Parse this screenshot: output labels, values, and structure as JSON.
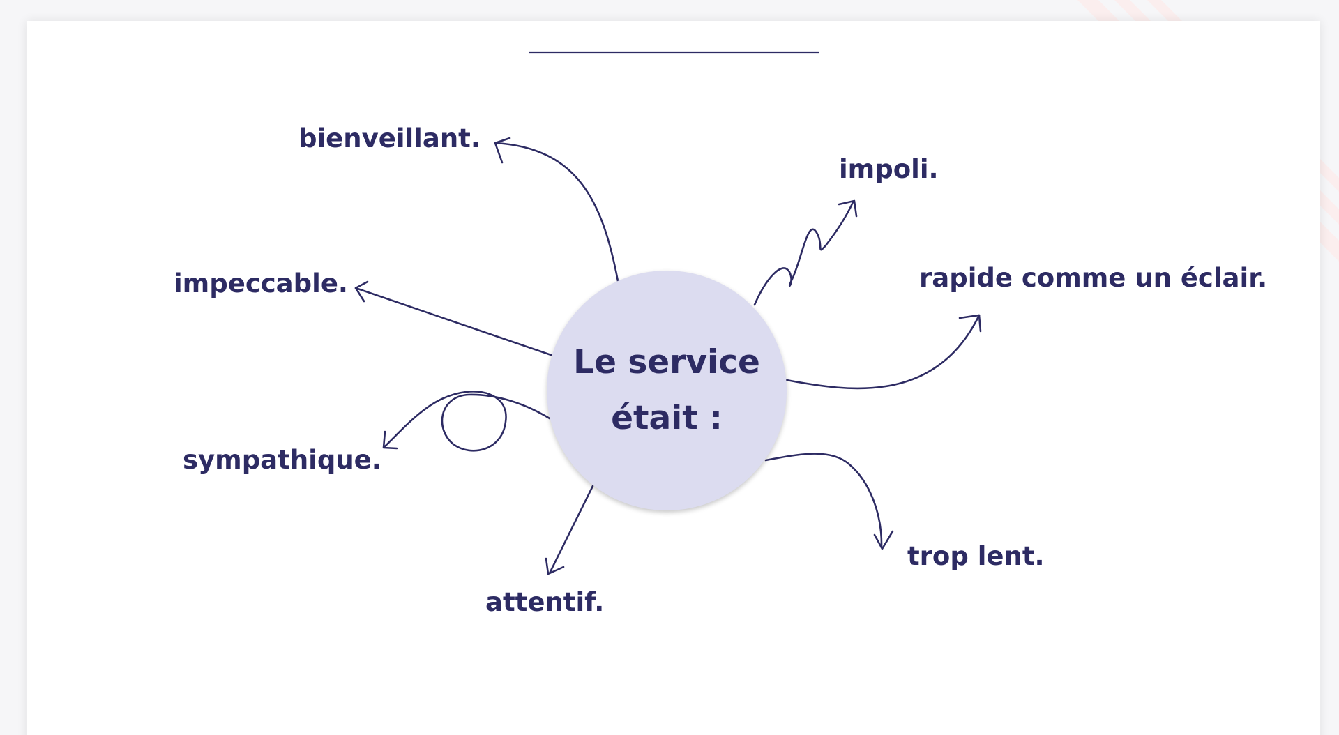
{
  "colors": {
    "ink": "#2d2b63",
    "hub_fill": "#dcdcf0",
    "card": "#ffffff",
    "page": "#f6f6f8",
    "stripe": "#fbeeee"
  },
  "center": {
    "line1": "Le service",
    "line2": "était :"
  },
  "labels": {
    "bienveillant": "bienveillant.",
    "impoli": "impoli.",
    "rapide": "rapide comme un éclair.",
    "impeccable": "impeccable.",
    "sympathique": "sympathique.",
    "attentif": "attentif.",
    "trop_lent": "trop lent."
  }
}
